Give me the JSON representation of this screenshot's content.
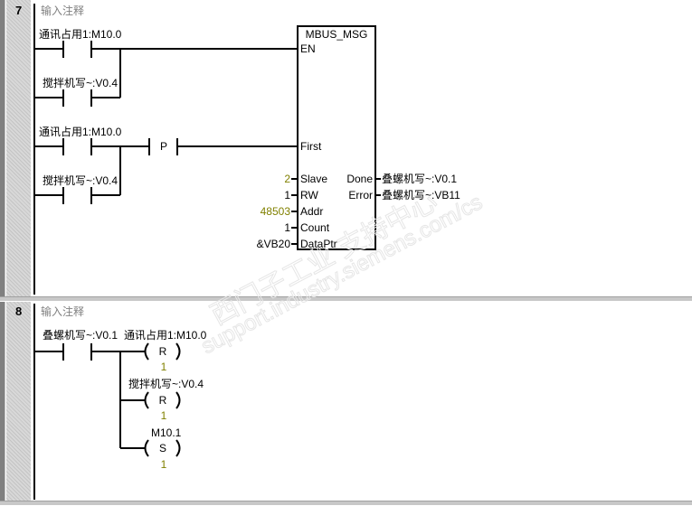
{
  "networks": [
    {
      "number": "7",
      "comment": "输入注释",
      "contacts": [
        "通讯占用1:M10.0",
        "搅拌机写~:V0.4",
        "通讯占用1:M10.0",
        "搅拌机写~:V0.4"
      ],
      "edge_contact": "P",
      "block": {
        "name": "MBUS_MSG",
        "inputs": [
          {
            "pin": "EN",
            "value": ""
          },
          {
            "pin": "First",
            "value": ""
          },
          {
            "pin": "Slave",
            "value": "2"
          },
          {
            "pin": "RW",
            "value": "1"
          },
          {
            "pin": "Addr",
            "value": "48503"
          },
          {
            "pin": "Count",
            "value": "1"
          },
          {
            "pin": "DataPtr",
            "value": "&VB20"
          }
        ],
        "outputs": [
          {
            "pin": "Done",
            "value": "叠螺机写~:V0.1"
          },
          {
            "pin": "Error",
            "value": "叠螺机写~:VB11"
          }
        ]
      }
    },
    {
      "number": "8",
      "comment": "输入注释",
      "contact": "叠螺机写~:V0.1",
      "coils": [
        {
          "operand": "通讯占用1:M10.0",
          "type": "R",
          "count": "1"
        },
        {
          "operand": "搅拌机写~:V0.4",
          "type": "R",
          "count": "1"
        },
        {
          "operand": "M10.1",
          "type": "S",
          "count": "1"
        }
      ]
    }
  ],
  "watermark": {
    "line1": "西门子工业 支持中心",
    "line2": "support.industry.siemens.com/cs"
  },
  "colors": {
    "constant": "#808000",
    "comment": "#808080"
  }
}
